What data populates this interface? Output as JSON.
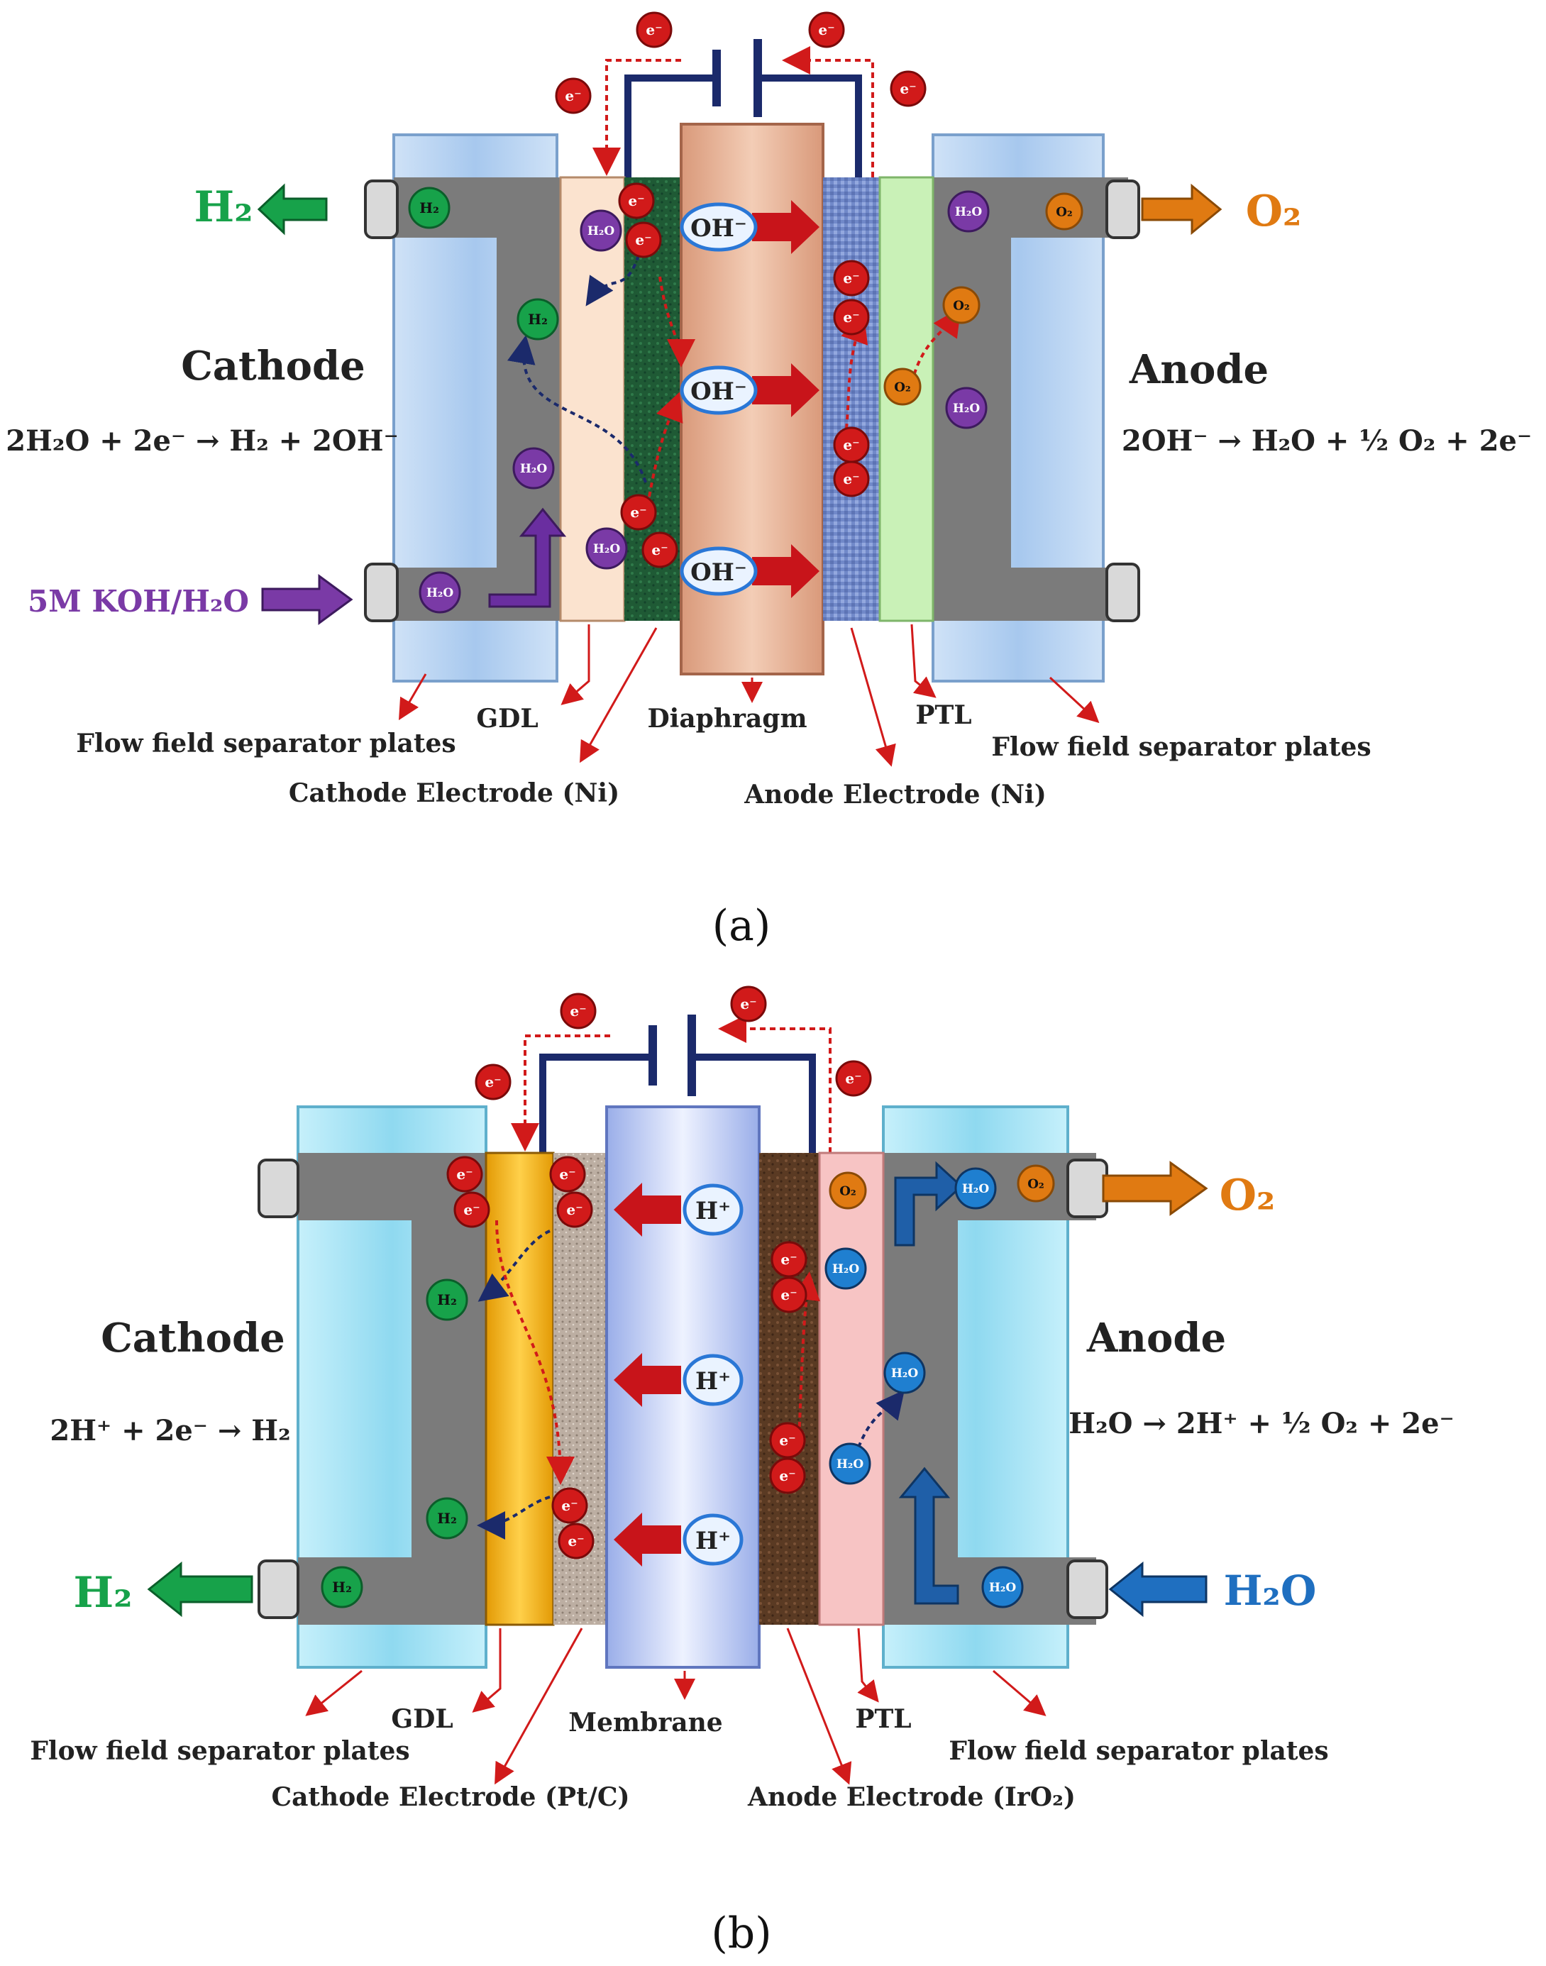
{
  "panel_a": {
    "caption": "(a)",
    "cathode_title": "Cathode",
    "cathode_reaction": "2H₂O + 2e⁻ → H₂ + 2OH⁻",
    "anode_title": "Anode",
    "anode_reaction": "2OH⁻ → H₂O  + ½ O₂ + 2e⁻",
    "h2_out_label": "H₂",
    "o2_out_label": "O₂",
    "feed_label": "5M KOH/H₂O",
    "ion_label": "OH⁻",
    "electron_label": "e⁻",
    "h2_molecule": "H₂",
    "h2o_molecule": "H₂O",
    "o2_molecule": "O₂",
    "labels": {
      "flow_field_left": "Flow field separator plates",
      "gdl": "GDL",
      "cathode_electrode": "Cathode Electrode (Ni)",
      "diaphragm": "Diaphragm",
      "anode_electrode": "Anode Electrode (Ni)",
      "ptl": "PTL",
      "flow_field_right": "Flow field separator plates"
    },
    "colors": {
      "separator": "#e8b9a0",
      "gdl": "#fbe3cf",
      "cathode_electrode": "#1e5a33",
      "anode_electrode": "#6f86c6",
      "ptl": "#c9f1b7",
      "plate": "#a9cbef",
      "h2": "#17a24a",
      "o2": "#e07a12",
      "feed": "#7a3aa6",
      "electron": "#d11a1a"
    }
  },
  "panel_b": {
    "caption": "(b)",
    "cathode_title": "Cathode",
    "cathode_reaction": "2H⁺ + 2e⁻ →  H₂",
    "anode_title": "Anode",
    "anode_reaction": "H₂O → 2H⁺ + ½ O₂ + 2e⁻",
    "h2_out_label": "H₂",
    "o2_out_label": "O₂",
    "feed_label": "H₂O",
    "ion_label": "H⁺",
    "electron_label": "e⁻",
    "h2_molecule": "H₂",
    "h2o_molecule": "H₂O",
    "o2_molecule": "O₂",
    "labels": {
      "flow_field_left": "Flow field separator plates",
      "gdl": "GDL",
      "cathode_electrode": "Cathode Electrode (Pt/C)",
      "membrane": "Membrane",
      "anode_electrode": "Anode Electrode (IrO₂)",
      "ptl": "PTL",
      "flow_field_right": "Flow field separator plates"
    },
    "colors": {
      "membrane": "#b9c8f2",
      "gdl": "#f5b21a",
      "cathode_electrode": "#b9a89a",
      "anode_electrode": "#5b3a22",
      "ptl": "#f7c4c4",
      "plate": "#9edff3",
      "h2": "#17a24a",
      "o2": "#e07a12",
      "feed": "#1f6fc0",
      "electron": "#d11a1a"
    }
  }
}
